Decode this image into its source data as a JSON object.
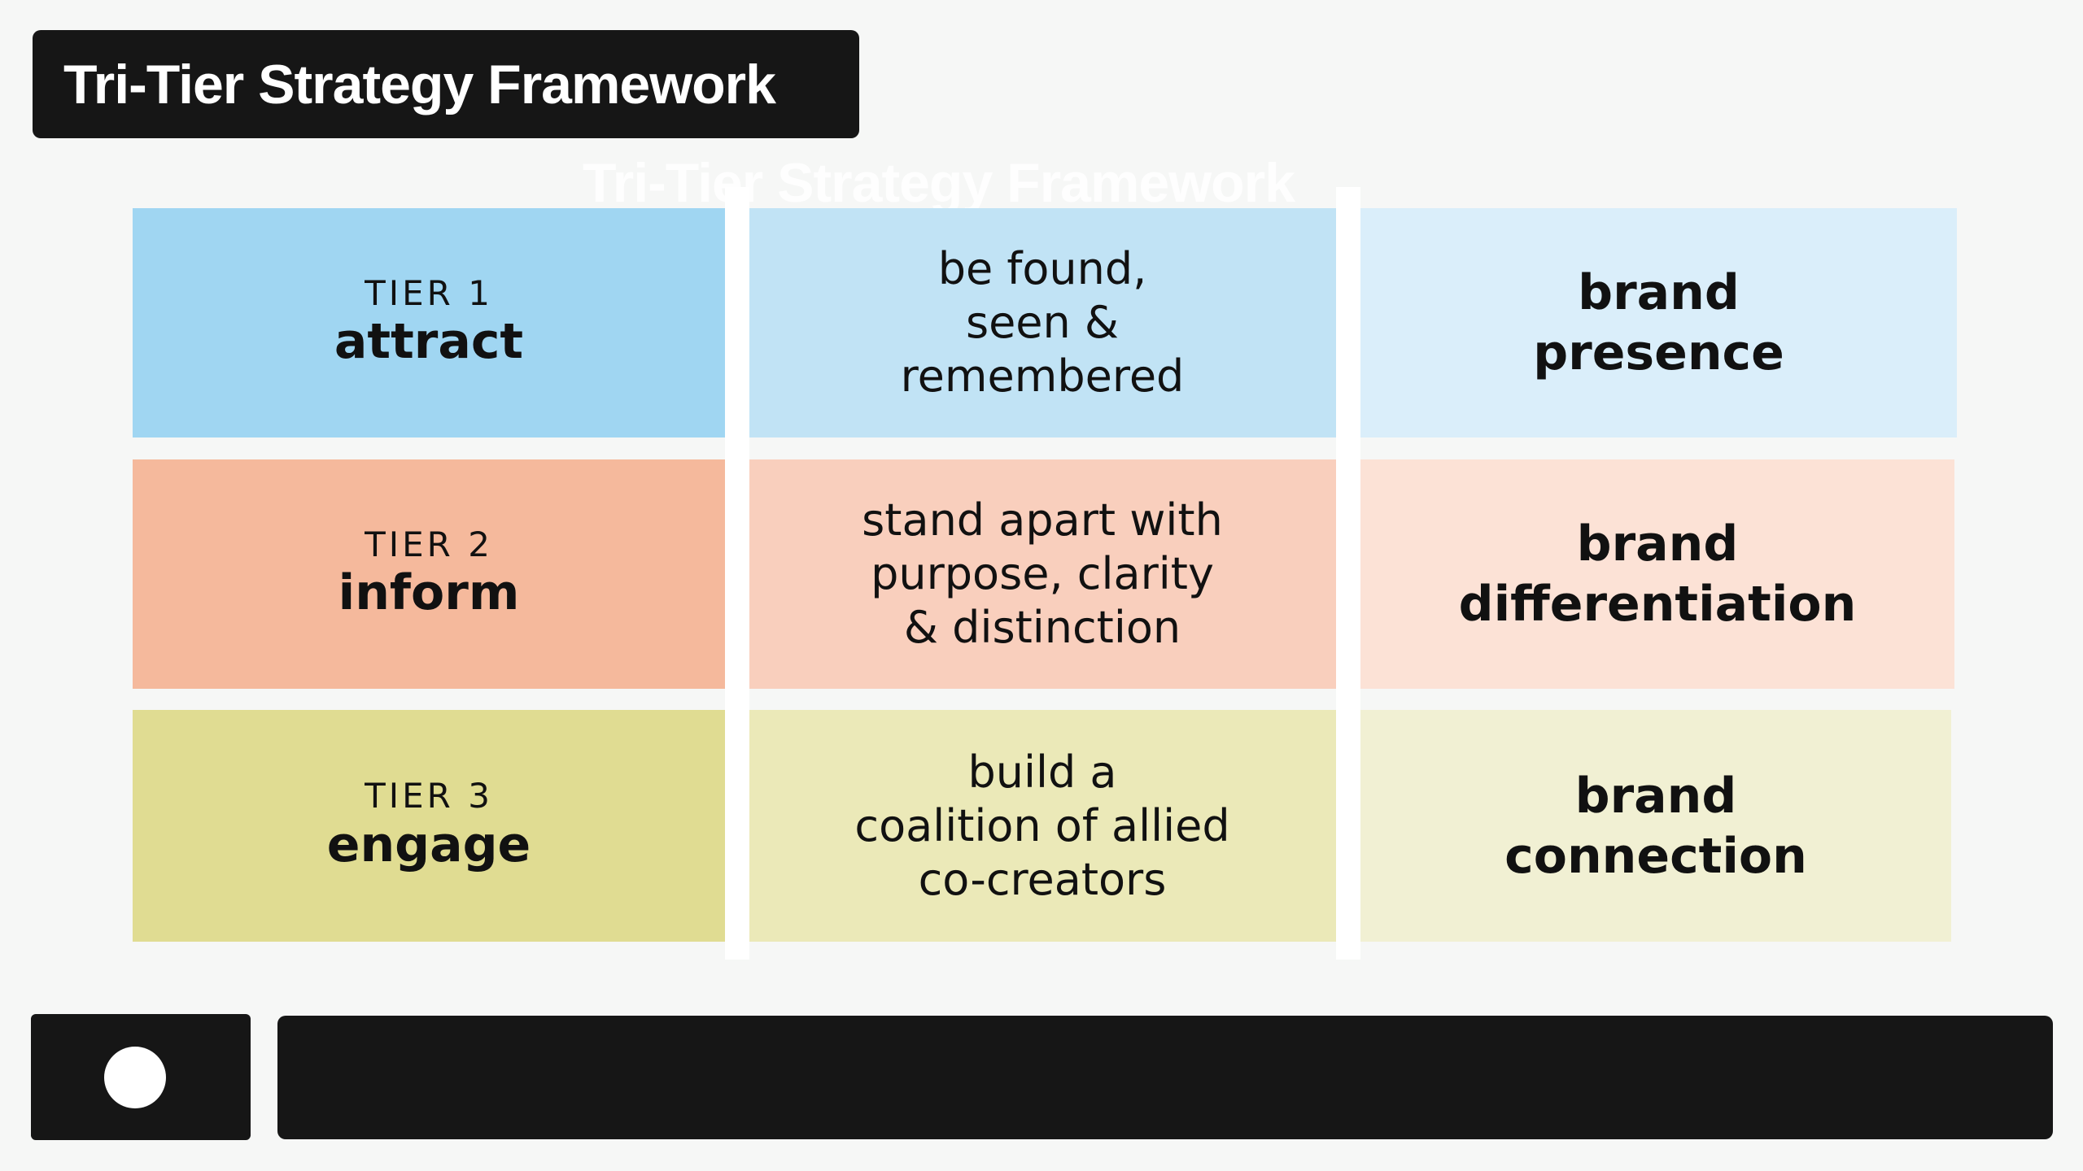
{
  "header": {
    "title": "Tri-Tier Strategy Framework",
    "ghost_title": "Tri-Tier Strategy Framework"
  },
  "tiers": [
    {
      "label": "TIER 1",
      "name": "attract",
      "description": [
        "be found,",
        "seen &",
        "remembered"
      ],
      "outcome": [
        "brand",
        "presence"
      ]
    },
    {
      "label": "TIER 2",
      "name": "inform",
      "description": [
        "stand apart with",
        "purpose, clarity",
        "& distinction"
      ],
      "outcome": [
        "brand",
        "differentiation"
      ]
    },
    {
      "label": "TIER 3",
      "name": "engage",
      "description": [
        "build a",
        "coalition of allied",
        "co-creators"
      ],
      "outcome": [
        "brand",
        "connection"
      ]
    }
  ],
  "controls": {
    "record_icon": "record-circle-icon"
  },
  "colors": {
    "tier1": [
      "#a0d6f2",
      "#c1e3f5",
      "#daeefa"
    ],
    "tier2": [
      "#f5b99c",
      "#f9cfbd",
      "#fce2d6"
    ],
    "tier3": [
      "#e0dc92",
      "#ebe9b8",
      "#f1f0d3"
    ],
    "dark": "#161616"
  }
}
